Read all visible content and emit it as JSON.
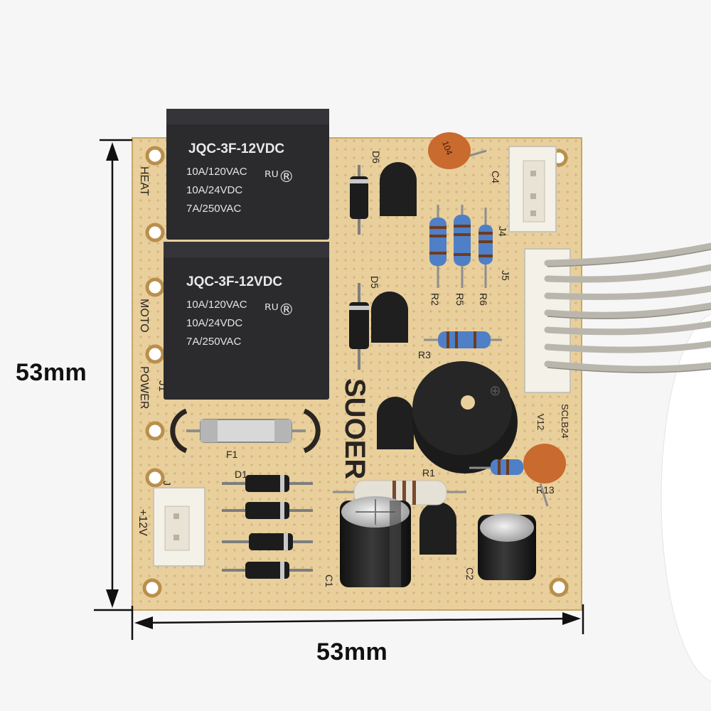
{
  "dimensions": {
    "height_label": "53mm",
    "width_label": "53mm"
  },
  "relays": [
    {
      "model": "JQC-3F-12VDC",
      "rating1": "10A/120VAC",
      "rating2": "10A/24VDC",
      "rating3": "7A/250VAC",
      "cert": "ᴿᵁ®"
    },
    {
      "model": "JQC-3F-12VDC",
      "rating1": "10A/120VAC",
      "rating2": "10A/24VDC",
      "rating3": "7A/250VAC",
      "cert": "ᴿᵁ®"
    }
  ],
  "silkscreen": {
    "heat": "HEAT",
    "moto": "MOTO",
    "power": "POWER",
    "v12": "+12V",
    "brand": "SUOER",
    "j1": "J1",
    "j": "J",
    "f1": "F1",
    "d1": "D1",
    "d5": "D5",
    "d6": "D6",
    "r1": "R1",
    "r2": "R2",
    "r3": "R3",
    "r5": "R5",
    "r6": "R6",
    "c1": "C1",
    "c2": "C2",
    "c4": "C4",
    "j4": "J4",
    "j5": "J5",
    "cap_code": "104",
    "board_code": "SCLB24",
    "v12b": "V12"
  },
  "colors": {
    "board": "#e8cf9c",
    "board_dot": "#d9bd86",
    "relay": "#2b2b2e",
    "silk": "#2a2520",
    "connector": "#f4f1e8",
    "wire": "#b9b6ad",
    "buzzer": "#1e1e1e",
    "ceramic_cap": "#c96a2e",
    "resistor_blue": "#4f7fc6"
  }
}
